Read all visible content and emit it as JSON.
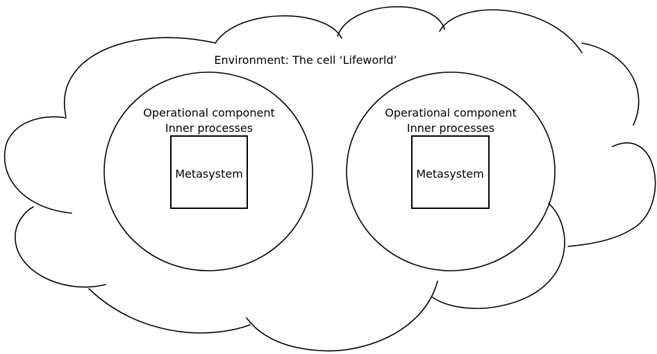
{
  "environment": {
    "label": "Environment: The cell ‘Lifeworld’"
  },
  "systems": [
    {
      "operational_label": "Operational component",
      "inner_label": "Inner processes",
      "metasystem_label": "Metasystem"
    },
    {
      "operational_label": "Operational component",
      "inner_label": "Inner processes",
      "metasystem_label": "Metasystem"
    }
  ]
}
